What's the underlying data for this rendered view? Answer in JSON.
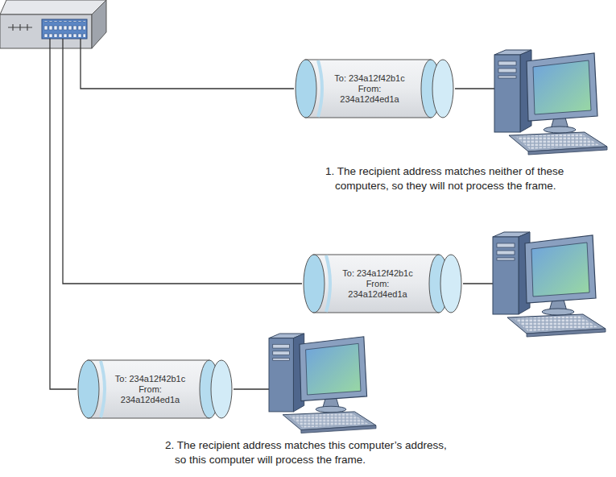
{
  "diagram": {
    "nodes": [
      {
        "text": [
          "To: 234a12f42b1c",
          "From: 234a12d4ed1a"
        ]
      },
      {
        "text": [
          "To: 234a12f42b1c",
          "From: 234a12d4ed1a"
        ]
      },
      {
        "text": [
          "To: 234a12f42b1c",
          "From: 234a12d4ed1a"
        ]
      }
    ],
    "labels": [
      "1. The recipient address matches neither of these computers, so they will not process the frame.",
      "2. The recipient address matches this computer’s address, so this computer will process the frame."
    ]
  }
}
